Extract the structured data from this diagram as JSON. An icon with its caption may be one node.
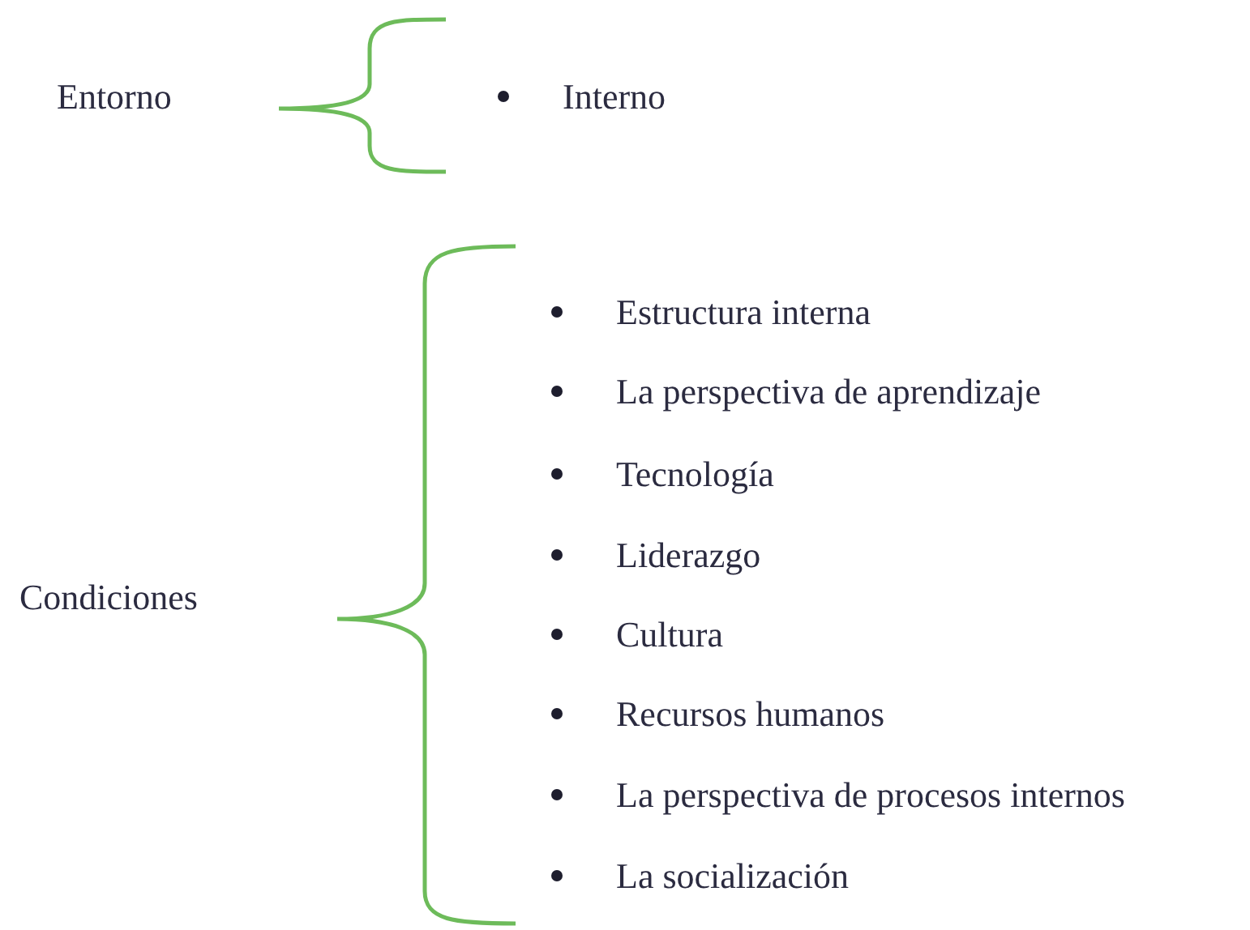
{
  "diagram": {
    "labels": [
      "Entorno",
      "Interno",
      "Condiciones",
      "Estructura interna",
      "La perspectiva de aprendizaje",
      "Tecnología",
      "Liderazgo",
      "Cultura",
      "Recursos humanos",
      "La perspectiva de procesos internos",
      "La socialización"
    ]
  }
}
